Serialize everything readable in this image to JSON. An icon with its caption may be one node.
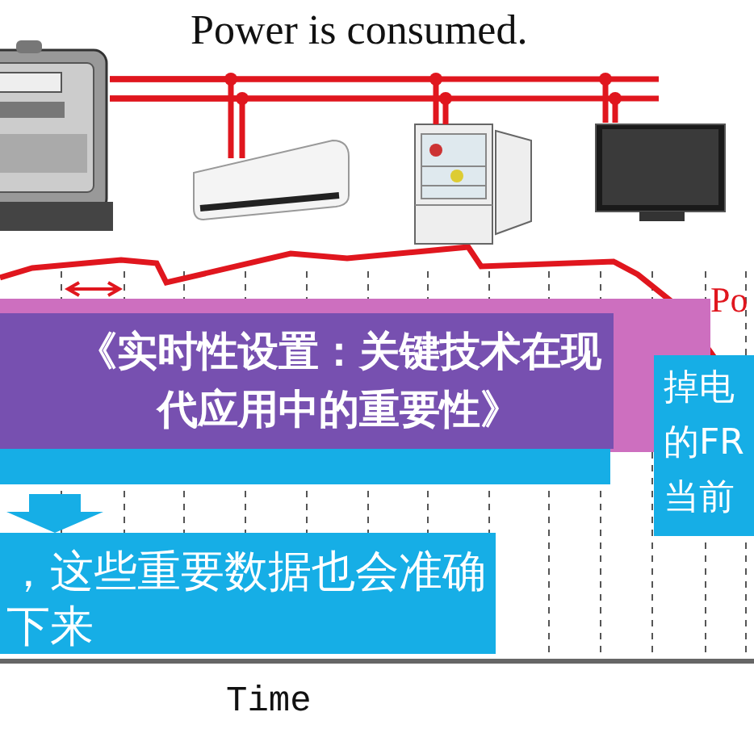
{
  "diagram": {
    "title": "《实时性设置：关键技术在现代应用中的重要性》",
    "nodes": [
      {
        "text": [],
        "shape": "picture"
      },
      {
        "text": [],
        "shape": "picture"
      },
      {
        "text": [],
        "shape": "picture"
      },
      {
        "text": [],
        "shape": "picture"
      },
      {
        "text": [
          "，这些重要数据也会准确下来"
        ]
      },
      {
        "text": [
          "掉电的FR当前"
        ]
      }
    ],
    "edges": [
      {
        "from": 0,
        "to": 1,
        "arrow": "none"
      },
      {
        "from": 0,
        "to": 2,
        "arrow": "none"
      },
      {
        "from": 0,
        "to": 3,
        "arrow": "none"
      }
    ],
    "labels": [
      "Power is consumed.",
      "Po",
      "Time"
    ]
  }
}
